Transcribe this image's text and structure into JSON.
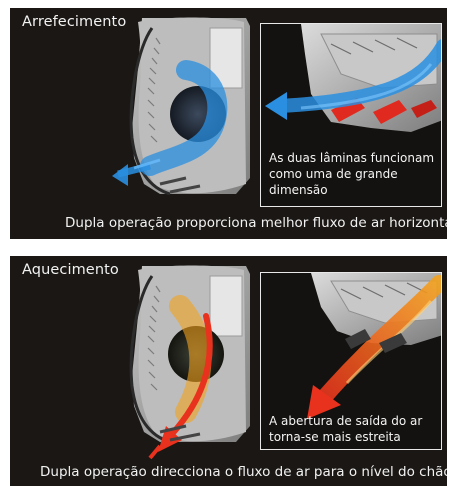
{
  "cooling": {
    "title": "Arrefecimento",
    "inset_note": "As duas lâminas funcionam como uma de grande dimensão",
    "caption": "Dupla operação proporciona melhor fluxo de ar horizontal",
    "arrow_color": "#2a8fe0",
    "accent_color": "#e02a20"
  },
  "heating": {
    "title": "Aquecimento",
    "inset_note": "A abertura de saída do ar torna-se mais estreita",
    "caption": "Dupla operação direcciona o fluxo de ar para o nível do chão",
    "arrow_color": "#e8321e",
    "glow_color": "#f2a21e"
  }
}
